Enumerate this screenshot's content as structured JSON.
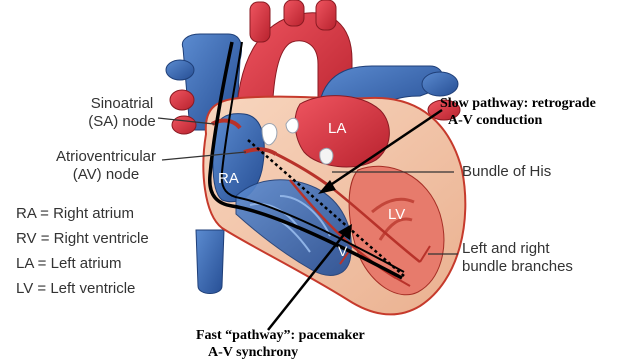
{
  "labels": {
    "sa_node": [
      "Sinoatrial",
      "(SA) node"
    ],
    "av_node": [
      "Atrioventricular",
      "(AV) node"
    ],
    "bundle_his": "Bundle of His",
    "bundle_branches": [
      "Left and right",
      "bundle branches"
    ],
    "slow_pathway": [
      "Slow pathway: retrograde",
      "A-V conduction"
    ],
    "fast_pathway": [
      "Fast “pathway”: pacemaker",
      "A-V synchrony"
    ]
  },
  "chambers": {
    "la": "LA",
    "ra": "RA",
    "lv": "LV",
    "rv": "V"
  },
  "legend": [
    "RA = Right atrium",
    "RV = Right ventricle",
    "LA = Left atrium",
    "LV = Left ventricle"
  ],
  "colors": {
    "artery_red": "#d7343f",
    "vein_blue": "#3a67b0",
    "myocardium": "#f3c4a6",
    "muscle_pink": "#e8a08c",
    "wall_outline": "#c63a2c",
    "conduction_line": "#b8322a"
  }
}
